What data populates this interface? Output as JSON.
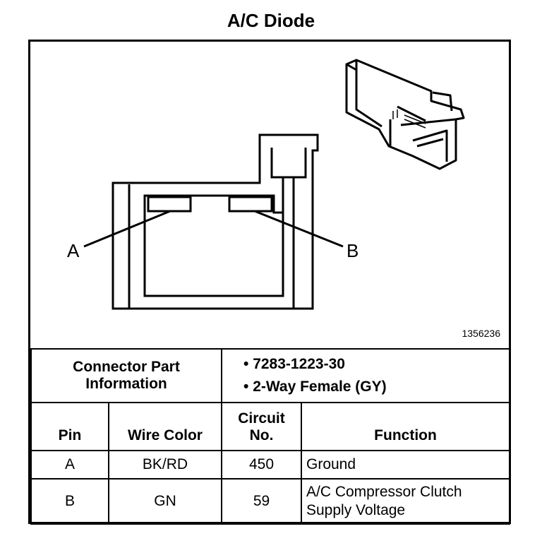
{
  "title": "A/C Diode",
  "figure_id": "1356236",
  "diagram": {
    "label_a": "A",
    "label_b": "B"
  },
  "connector_info": {
    "label_line1": "Connector Part",
    "label_line2": "Information",
    "items": [
      "7283-1223-30",
      "2-Way Female (GY)"
    ]
  },
  "table": {
    "headers": {
      "pin": "Pin",
      "wire_color": "Wire Color",
      "circuit_line1": "Circuit",
      "circuit_line2": "No.",
      "function": "Function"
    },
    "rows": [
      {
        "pin": "A",
        "wire_color": "BK/RD",
        "circuit": "450",
        "function_line1": "Ground",
        "function_line2": ""
      },
      {
        "pin": "B",
        "wire_color": "GN",
        "circuit": "59",
        "function_line1": "A/C Compressor Clutch",
        "function_line2": "Supply Voltage"
      }
    ]
  }
}
